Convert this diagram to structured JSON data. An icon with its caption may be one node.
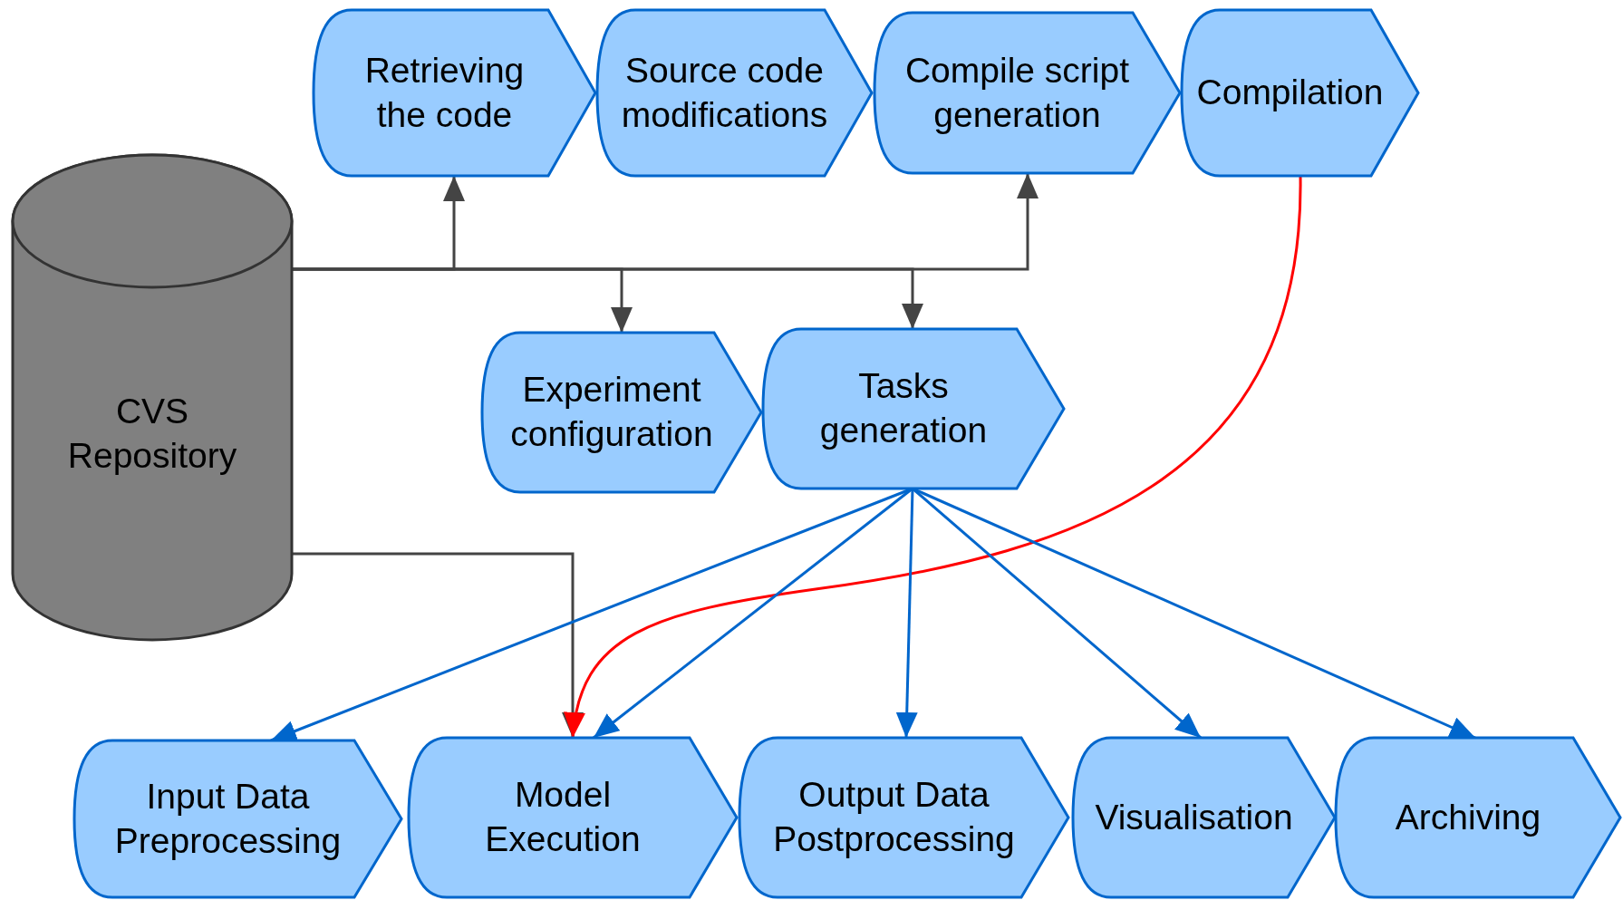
{
  "diagram": {
    "nodes": [
      {
        "text": [
          "CVS Repository"
        ]
      },
      {
        "text": [
          "Retrieving the code"
        ]
      },
      {
        "text": [
          "Source code modifications"
        ]
      },
      {
        "text": [
          "Compile script generation"
        ]
      },
      {
        "text": [
          "Compilation"
        ]
      },
      {
        "text": [
          "Experiment configuration"
        ]
      },
      {
        "text": [
          "Tasks generation"
        ]
      },
      {
        "text": [
          "Input Data Preprocessing"
        ]
      },
      {
        "text": [
          "Model Execution"
        ]
      },
      {
        "text": [
          "Output Data Postprocessing"
        ]
      },
      {
        "text": [
          "Visualisation"
        ]
      },
      {
        "text": [
          "Archiving"
        ]
      }
    ],
    "edges": [
      {
        "from": 0,
        "to": 1,
        "arrow": "to"
      },
      {
        "from": 0,
        "to": 3,
        "arrow": "to"
      },
      {
        "from": 0,
        "to": 5,
        "arrow": "to"
      },
      {
        "from": 0,
        "to": 6,
        "arrow": "to"
      },
      {
        "from": 0,
        "to": 8,
        "arrow": "to"
      },
      {
        "from": 4,
        "to": 8,
        "arrow": "to",
        "color": "#ff0000"
      },
      {
        "from": 6,
        "to": 7,
        "arrow": "to",
        "color": "#0066cc"
      },
      {
        "from": 6,
        "to": 8,
        "arrow": "to",
        "color": "#0066cc"
      },
      {
        "from": 6,
        "to": 9,
        "arrow": "to",
        "color": "#0066cc"
      },
      {
        "from": 6,
        "to": 10,
        "arrow": "to",
        "color": "#0066cc"
      },
      {
        "from": 6,
        "to": 11,
        "arrow": "to",
        "color": "#0066cc"
      }
    ]
  }
}
